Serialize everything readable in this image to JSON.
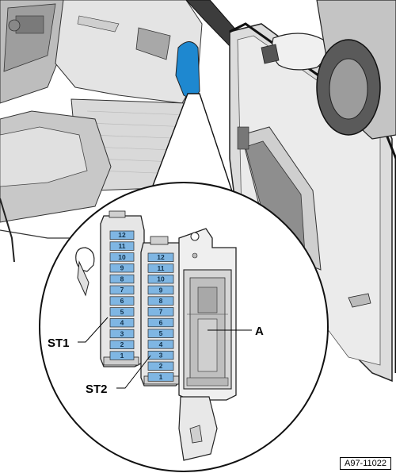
{
  "labels": {
    "st1": "ST1",
    "st2": "ST2",
    "a": "A"
  },
  "figure_id": "A97-11022",
  "fuse_strips": {
    "st1": [
      "12",
      "11",
      "10",
      "9",
      "8",
      "7",
      "6",
      "5",
      "4",
      "3",
      "2",
      "1"
    ],
    "st2": [
      "12",
      "11",
      "10",
      "9",
      "8",
      "7",
      "6",
      "5",
      "4",
      "3",
      "2",
      "1"
    ]
  },
  "colors": {
    "fuse_blue": "#7fb6e3",
    "highlight_blue": "#1e88d0",
    "outline": "#2a2a2a",
    "interior_gray": "#d2d2d2"
  }
}
